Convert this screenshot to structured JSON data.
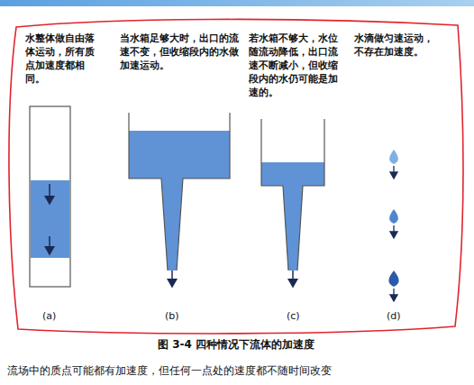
{
  "diagram": {
    "caption": "图 3-4 四种情况下流体的加速度",
    "labels": [
      "水整体做自由落体运动，所有质点加速度都相同。",
      "当水箱足够大时，出口的流速不变，但收缩段内的水做加速运动。",
      "若水箱不够大，水位随流动降低，出口流速不断减小，但收缩段内的水仍可能是加速的。",
      "水滴做匀速运动，不存在加速度。",
      "(a)",
      "(b)",
      "(c)",
      "(d)",
      "流场中的质点可能都有加速度，但任何一点处的速度都不随时间改变"
    ]
  }
}
